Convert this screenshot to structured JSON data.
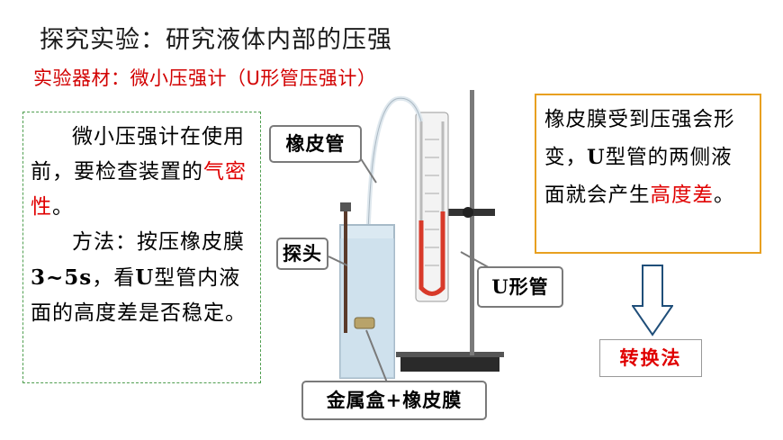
{
  "slide": {
    "title": "探究实验：研究液体内部的压强",
    "subtitle": "实验器材：微小压强计（U形管压强计）"
  },
  "left_box": {
    "para1_a": "微小压强计在使用前，要检查装置的",
    "para1_red": "气密性",
    "para1_end": "。",
    "para2_a": "方法：按压橡皮膜",
    "para2_b": "3~5s",
    "para2_c": "，看",
    "para2_d": "U",
    "para2_e": "型管内液面的高度差是否稳定。"
  },
  "right_box": {
    "text_a": "橡皮膜受到压强会形变，",
    "text_b": "U",
    "text_c": "型管的两侧液面就会产生",
    "text_red": "高度差",
    "text_end": "。"
  },
  "method": {
    "label": "转换法"
  },
  "callouts": {
    "rubber_tube": "橡皮管",
    "probe": "探头",
    "u_tube": "U形管",
    "metal_box": "金属盒+橡皮膜"
  },
  "colors": {
    "accent_red": "#e00000",
    "box_orange": "#e8a020",
    "dashed_green": "#4f9e4f",
    "arrow_blue": "#1f4e79"
  }
}
